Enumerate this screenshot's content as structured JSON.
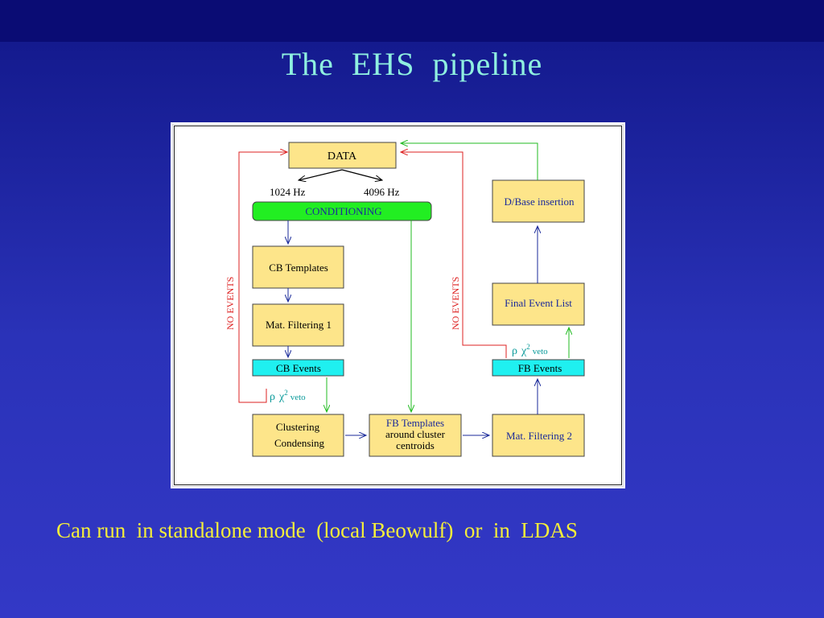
{
  "slide": {
    "title": "The  EHS  pipeline",
    "footer": "Can run  in standalone mode  (local Beowulf)  or  in  LDAS"
  },
  "diagram": {
    "nodes": {
      "data": "DATA",
      "freq_low": "1024 Hz",
      "freq_high": "4096 Hz",
      "conditioning": "CONDITIONING",
      "cb_templates": "CB Templates",
      "mat_filtering_1": "Mat. Filtering 1",
      "cb_events": "CB Events",
      "clustering_line1": "Clustering",
      "clustering_line2": "Condensing",
      "fb_templates_line1": "FB Templates",
      "fb_templates_line2": "around cluster",
      "fb_templates_line3": "centroids",
      "mat_filtering_2": "Mat. Filtering 2",
      "fb_events": "FB Events",
      "final_event_list": "Final Event List",
      "dbase_insertion": "D/Base insertion"
    },
    "labels": {
      "no_events_left": "NO EVENTS",
      "no_events_right": "NO EVENTS",
      "veto_rho": "ρ",
      "veto_chi": "χ",
      "veto_sup": "2",
      "veto_word": "veto"
    },
    "colors": {
      "box_fill": "#fde58a",
      "events_fill": "#1ff0f0",
      "conditioning_fill": "#22ee22",
      "arrow_blue": "#1a2a9a",
      "arrow_green": "#22bb22",
      "arrow_red": "#dd2020",
      "veto_text": "#0a9a9a"
    }
  }
}
